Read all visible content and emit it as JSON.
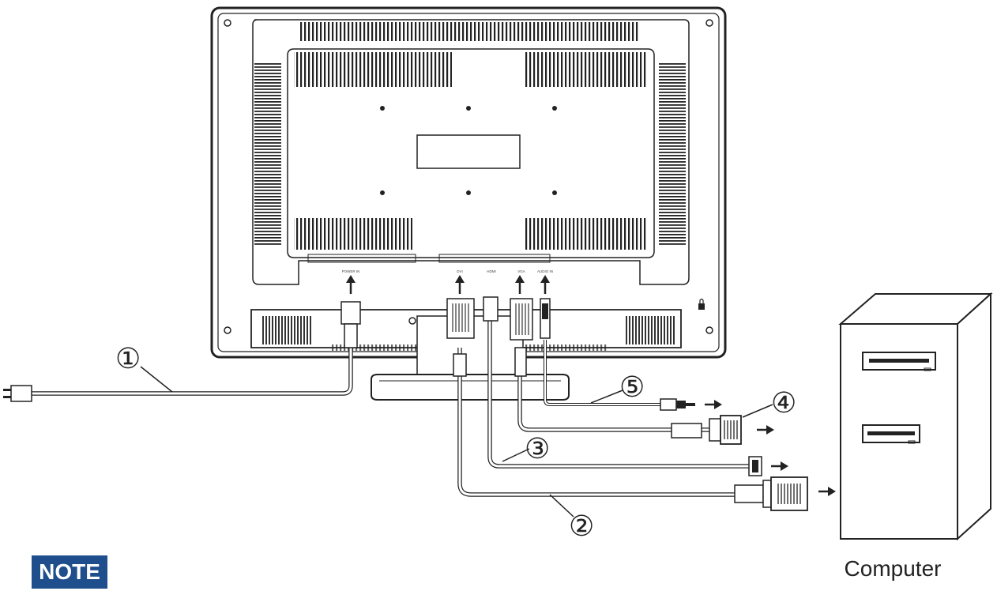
{
  "labels": {
    "callouts": [
      "①",
      "②",
      "③",
      "④",
      "⑤"
    ],
    "computer": "Computer",
    "note": "NOTE",
    "ports": {
      "power": "POWER IN",
      "dvi": "DVI",
      "hdmi": "HDMI",
      "vga": "VGA",
      "audio": "AUDIO IN"
    }
  },
  "colors": {
    "note_badge": "#1f4e8c",
    "line": "#222222",
    "cable": "#cccccc"
  },
  "icons": {
    "arrow": "arrow-icon",
    "lock": "kensington-lock-icon"
  }
}
